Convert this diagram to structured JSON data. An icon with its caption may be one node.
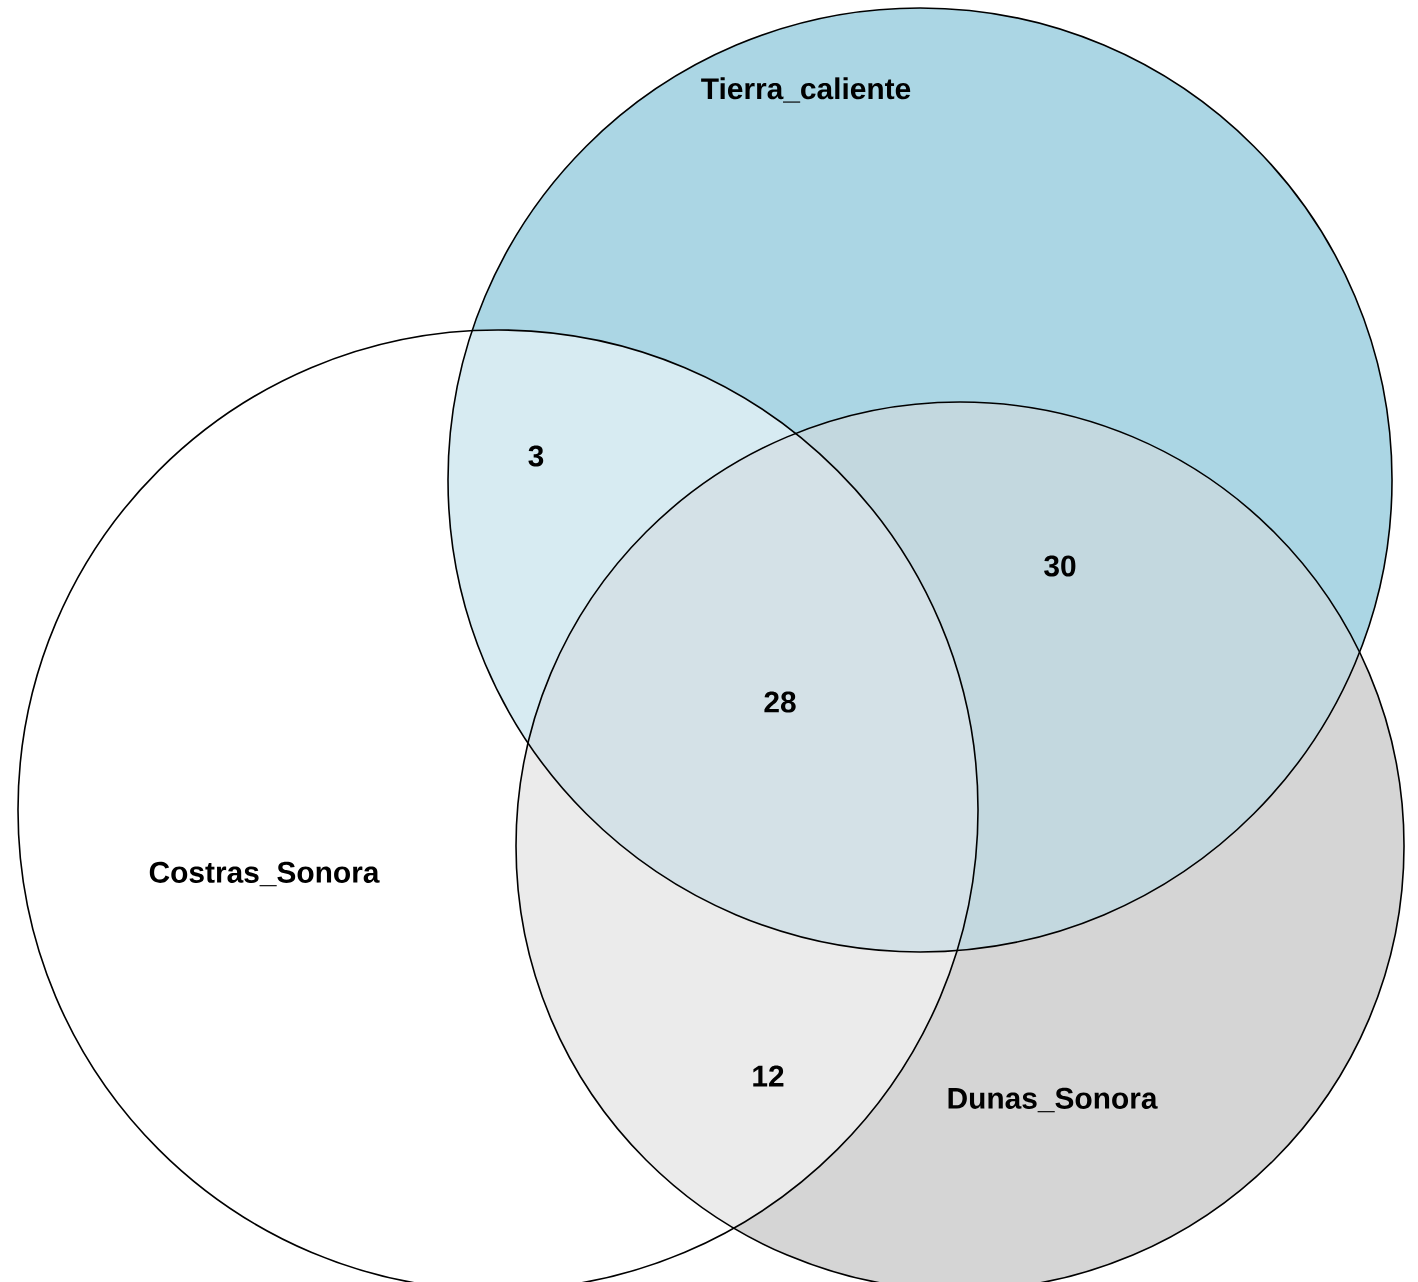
{
  "diagram": {
    "nodes": [
      {
        "text": [
          "Tierra_caliente"
        ]
      },
      {
        "text": [
          "Costras_Sonora"
        ]
      },
      {
        "text": [
          "Dunas_Sonora"
        ]
      }
    ],
    "labels": [
      "3",
      "30",
      "28",
      "12"
    ]
  }
}
